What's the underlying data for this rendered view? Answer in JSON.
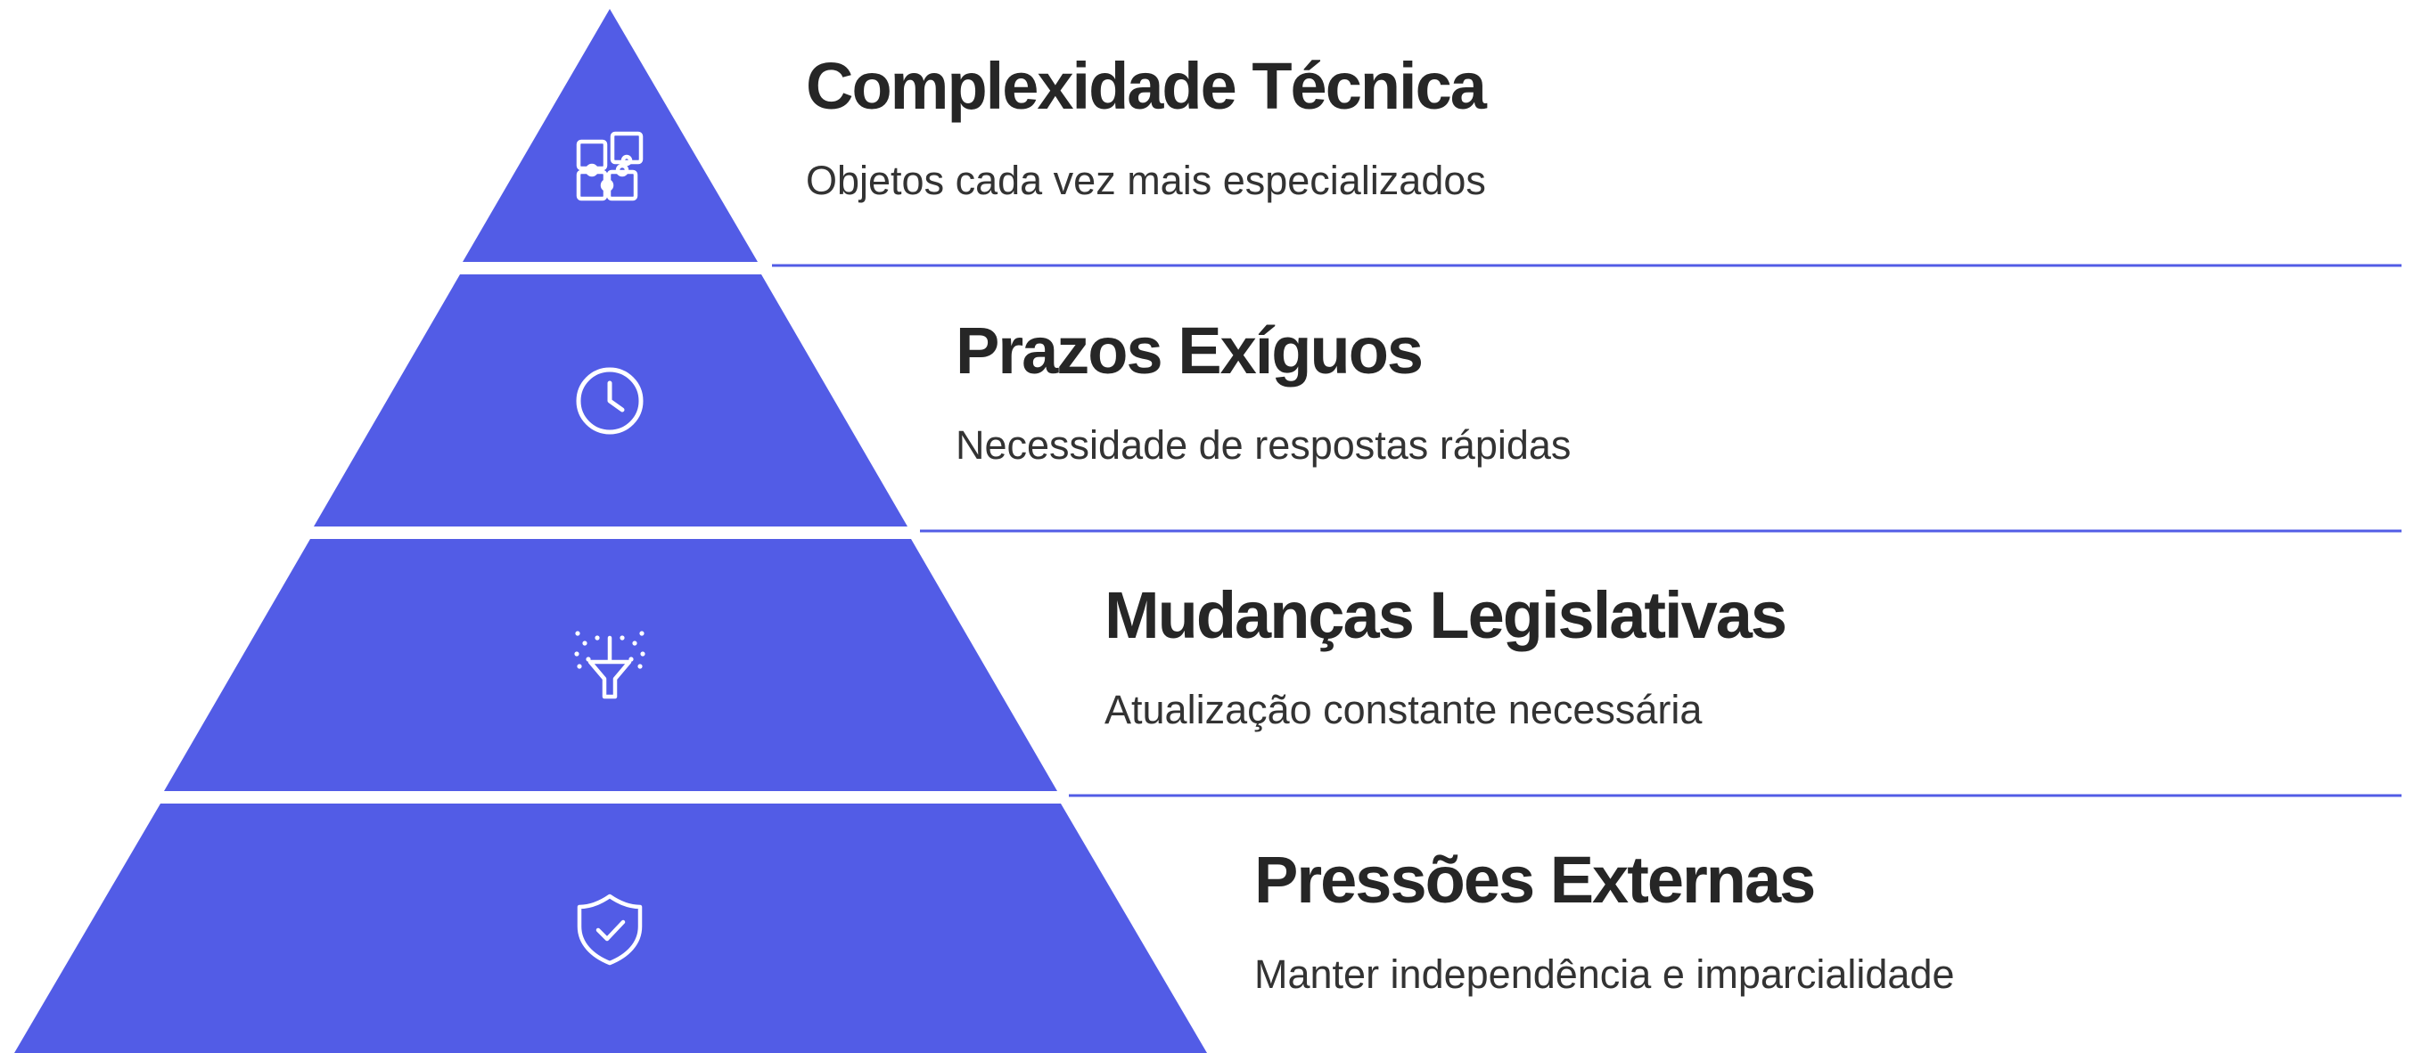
{
  "colors": {
    "pyramid_fill": "#525CE6",
    "divider": "#525CE6",
    "icon": "#FFFFFF",
    "title": "#262626",
    "description": "#333333"
  },
  "levels": [
    {
      "title": "Complexidade Técnica",
      "description": "Objetos cada vez mais especializados",
      "icon": "puzzle-icon"
    },
    {
      "title": "Prazos Exíguos",
      "description": "Necessidade de respostas rápidas",
      "icon": "clock-icon"
    },
    {
      "title": "Mudanças Legislativas",
      "description": "Atualização constante necessária",
      "icon": "funnel-icon"
    },
    {
      "title": "Pressões Externas",
      "description": "Manter independência e imparcialidade",
      "icon": "shield-check-icon"
    }
  ]
}
